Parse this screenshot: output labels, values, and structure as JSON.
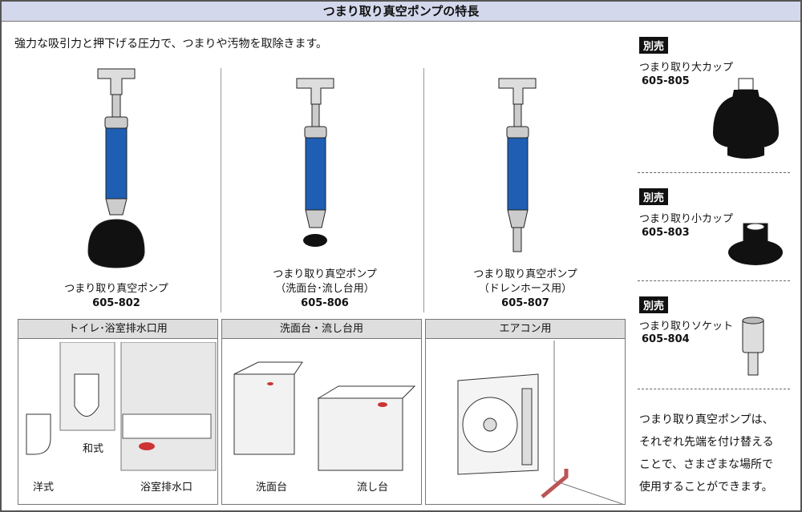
{
  "title": "つまり取り真空ポンプの特長",
  "lead": "強力な吸引力と押下げる圧力で、つまりや汚物を取除きます。",
  "products": [
    {
      "name": "つまり取り真空ポンプ",
      "sub": "",
      "code": "605-802"
    },
    {
      "name": "つまり取り真空ポンプ",
      "sub": "（洗面台･流し台用）",
      "code": "605-806"
    },
    {
      "name": "つまり取り真空ポンプ",
      "sub": "（ドレンホース用）",
      "code": "605-807"
    }
  ],
  "panels": [
    {
      "title": "トイレ･浴室排水口用",
      "labels": [
        "和式",
        "洋式",
        "浴室排水口"
      ]
    },
    {
      "title": "洗面台・流し台用",
      "labels": [
        "洗面台",
        "流し台"
      ]
    },
    {
      "title": "エアコン用",
      "labels": []
    }
  ],
  "options": [
    {
      "badge": "別売",
      "name": "つまり取り大カップ",
      "code": "605-805"
    },
    {
      "badge": "別売",
      "name": "つまり取り小カップ",
      "code": "605-803"
    },
    {
      "badge": "別売",
      "name": "つまり取りソケット",
      "code": "605-804"
    }
  ],
  "note": [
    "つまり取り真空ポンプは、",
    "それぞれ先端を付け替える",
    "ことで、さまざまな場所で",
    "使用することができます。"
  ],
  "colors": {
    "title_bg": "#d4d8ec",
    "pump_blue": "#1e5fb4",
    "panel_head": "#dedede"
  }
}
